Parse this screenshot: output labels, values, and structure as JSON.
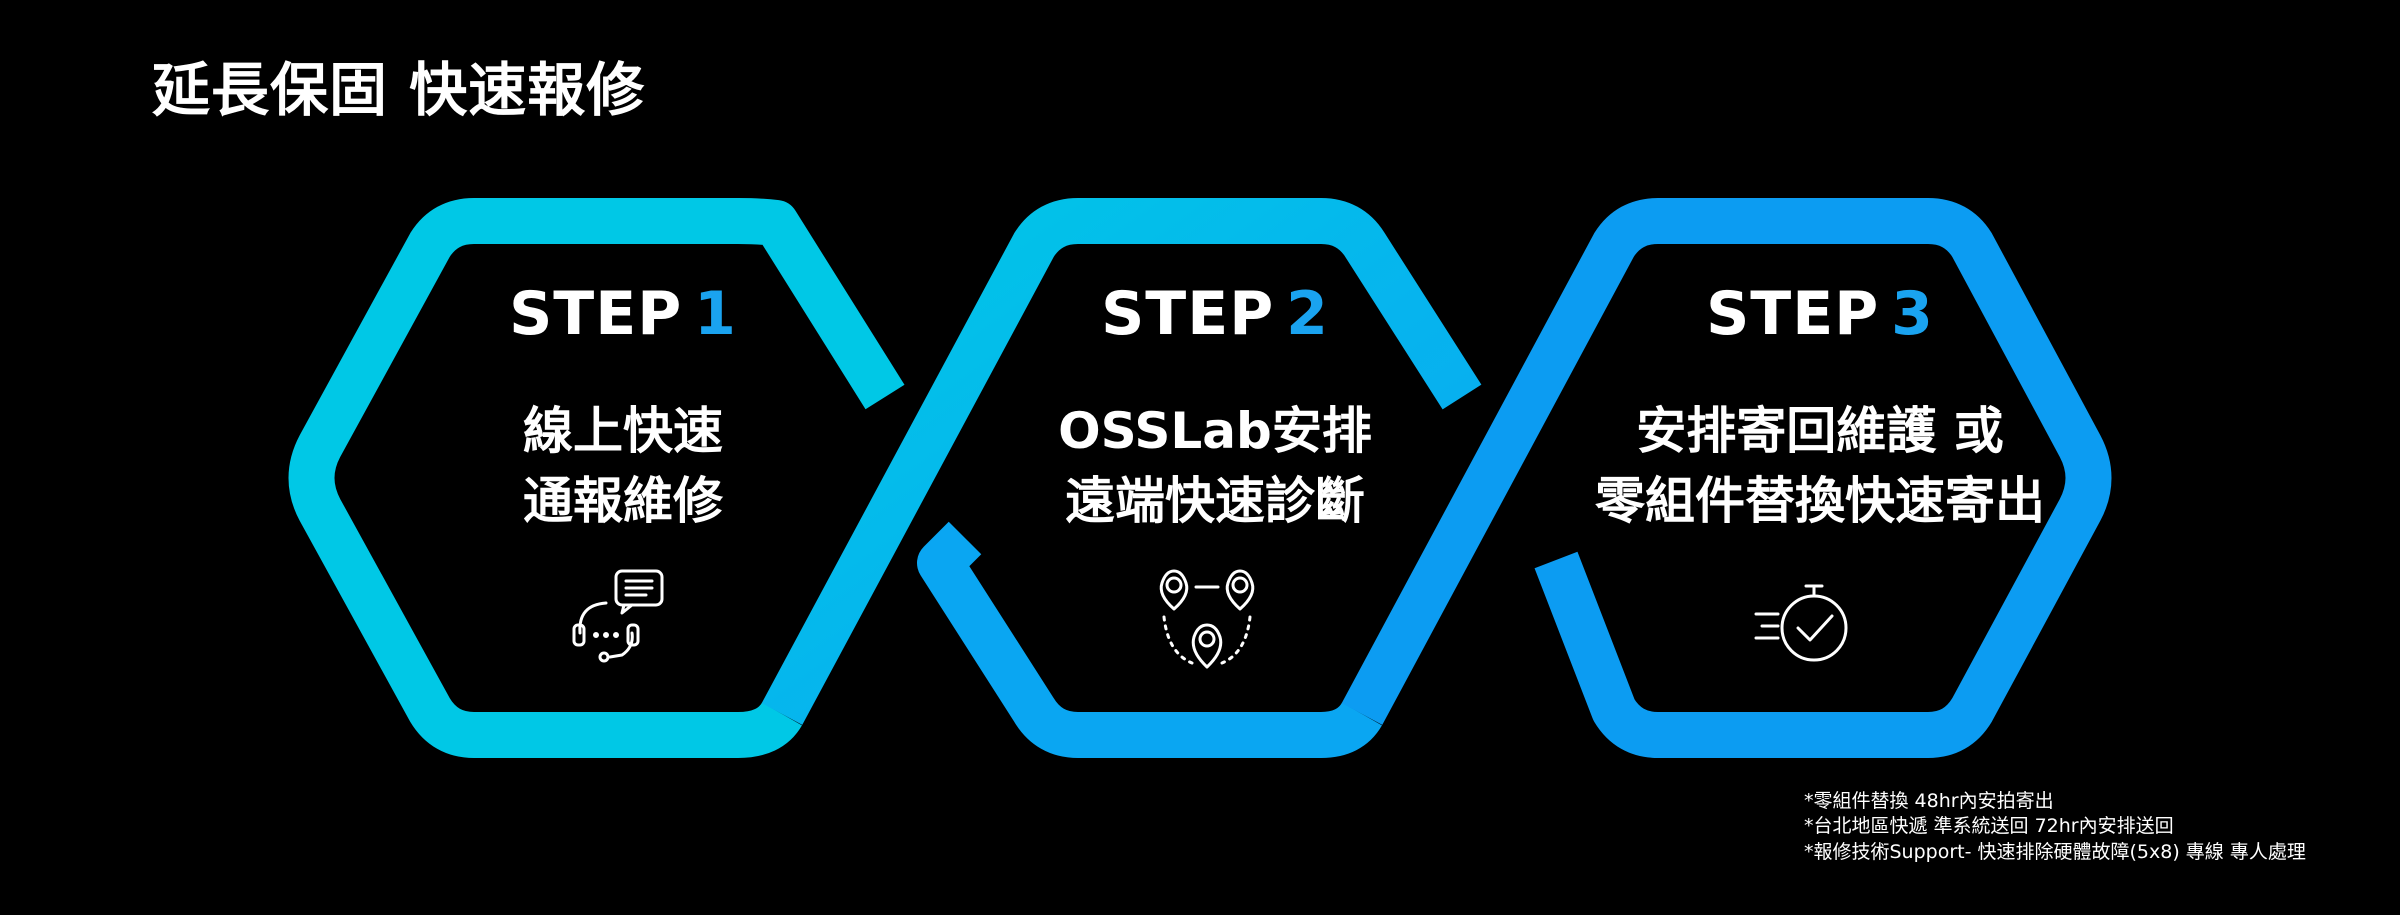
{
  "page": {
    "title": "延長保固 快速報修"
  },
  "colors": {
    "background": "#000000",
    "cyan": "#00c8e6",
    "blue": "#0aa6f2",
    "text": "#ffffff"
  },
  "steps": [
    {
      "word": "STEP",
      "number": "1",
      "number_color": "#1aa3f0",
      "lines": [
        "線上快速",
        "通報維修"
      ],
      "icon": "headset-chat-icon"
    },
    {
      "word": "STEP",
      "number": "2",
      "number_color": "#1aa3f0",
      "lines": [
        "OSSLab安排",
        "遠端快速診斷"
      ],
      "icon": "location-users-icon"
    },
    {
      "word": "STEP",
      "number": "3",
      "number_color": "#1aa3f0",
      "lines": [
        "安排寄回維護 或",
        "零組件替換快速寄出"
      ],
      "icon": "fast-stopwatch-check-icon"
    }
  ],
  "footnotes": [
    "*零組件替換 48hr內安拍寄出",
    "*台北地區快遞 準系統送回 72hr內安排送回",
    "*報修技術Support- 快速排除硬體故障(5x8) 專線 專人處理"
  ]
}
